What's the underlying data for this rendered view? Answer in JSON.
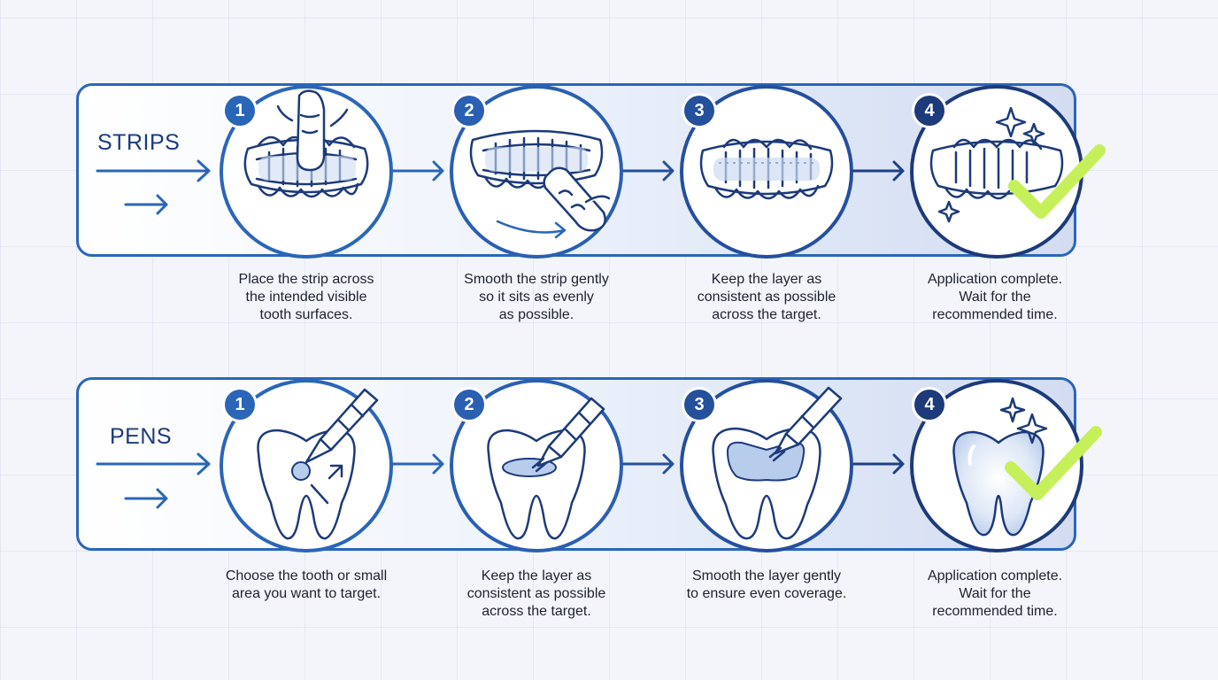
{
  "colors": {
    "primary": "#2a66b8",
    "deep": "#1d3a7a",
    "accent_check": "#c6f05a",
    "gel": "#b8cdec"
  },
  "rows": [
    {
      "id": "strips",
      "label": "STRIPS",
      "steps": [
        {
          "number": "1",
          "icon": "finger-press-strip-icon",
          "caption": "Place the strip across\nthe intended visible\ntooth surfaces."
        },
        {
          "number": "2",
          "icon": "finger-smooth-strip-icon",
          "caption": "Smooth the strip gently\nso it sits as evenly\nas possible."
        },
        {
          "number": "3",
          "icon": "strip-on-teeth-icon",
          "caption": "Keep the layer as\nconsistent as possible\nacross the target."
        },
        {
          "number": "4",
          "icon": "sparkling-teeth-check-icon",
          "caption": "Application complete.\nWait for the\nrecommended time."
        }
      ]
    },
    {
      "id": "pens",
      "label": "PENS",
      "steps": [
        {
          "number": "1",
          "icon": "pen-target-tooth-icon",
          "caption": "Choose the tooth or small\narea you want to target."
        },
        {
          "number": "2",
          "icon": "pen-brush-gel-icon",
          "caption": "Keep the layer as\nconsistent as possible\nacross the target."
        },
        {
          "number": "3",
          "icon": "pen-spread-gel-icon",
          "caption": "Smooth the layer gently\nto ensure even coverage."
        },
        {
          "number": "4",
          "icon": "glowing-tooth-check-icon",
          "caption": "Application complete.\nWait for the\nrecommended time."
        }
      ]
    }
  ]
}
